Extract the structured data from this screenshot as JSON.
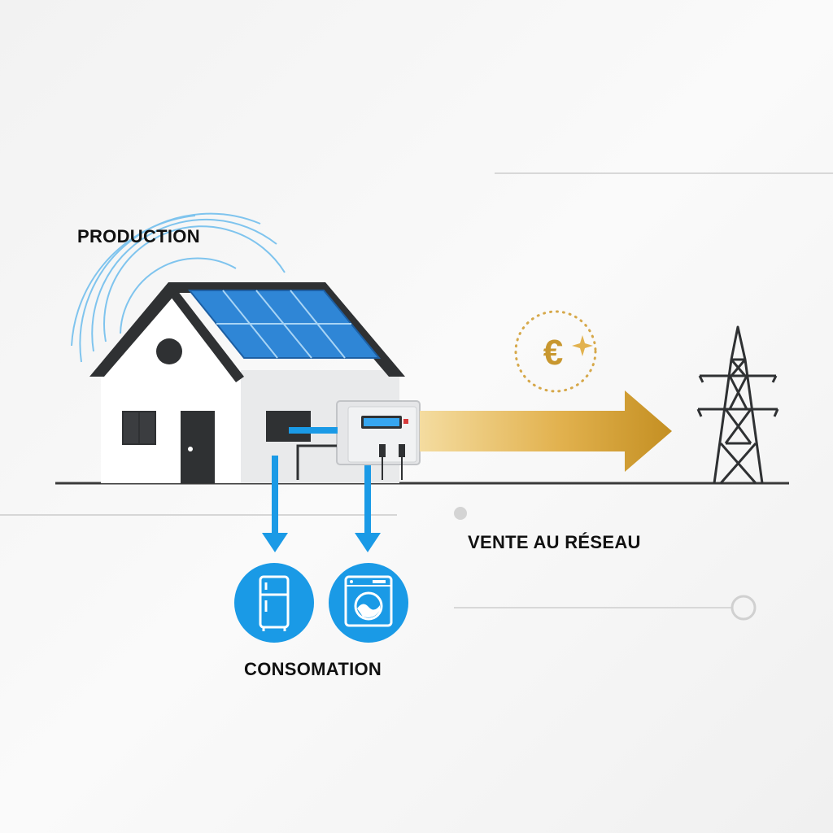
{
  "labels": {
    "production": "PRODUCTION",
    "vente": "VENTE AU RÉSEAU",
    "consommation": "CONSOMATION"
  },
  "icons": {
    "currency": "€",
    "appliances": [
      "refrigerator-icon",
      "washing-machine-icon"
    ],
    "grid": "power-pylon-icon",
    "house": "house-icon",
    "solar": "solar-panel-icon",
    "meter": "electric-meter-icon"
  },
  "colors": {
    "blue": "#1a9ae6",
    "gold": "#c89a2c",
    "dark": "#2f3133",
    "panel": "#2f86d6"
  }
}
